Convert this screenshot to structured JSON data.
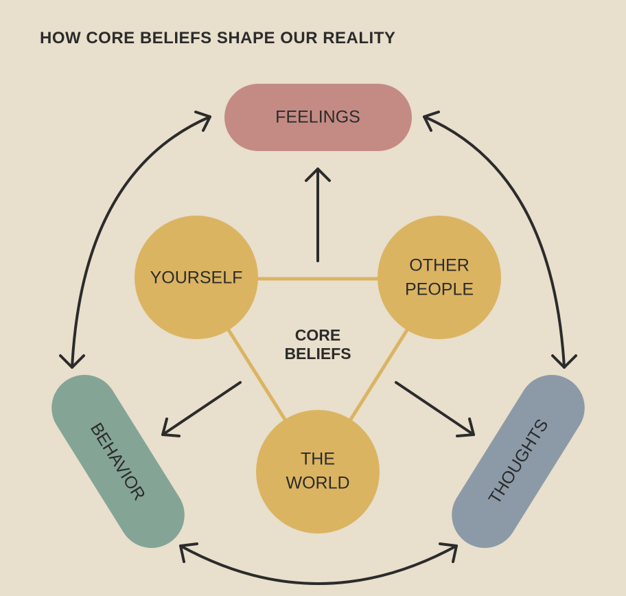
{
  "title": "HOW CORE BELIEFS SHAPE OUR REALITY",
  "nodes": {
    "feelings": "FEELINGS",
    "behavior": "BEHAVIOR",
    "thoughts": "THOUGHTS",
    "yourself": "YOURSELF",
    "other_people": [
      "OTHER",
      "PEOPLE"
    ],
    "the_world": [
      "THE",
      "WORLD"
    ],
    "core_beliefs": [
      "CORE",
      "BELIEFS"
    ]
  },
  "colors": {
    "background": "#e8dfcc",
    "feelings": "#c48b84",
    "behavior": "#84a496",
    "thoughts": "#8c9aa8",
    "beliefs": "#dbb462",
    "text": "#2b2b2b"
  }
}
